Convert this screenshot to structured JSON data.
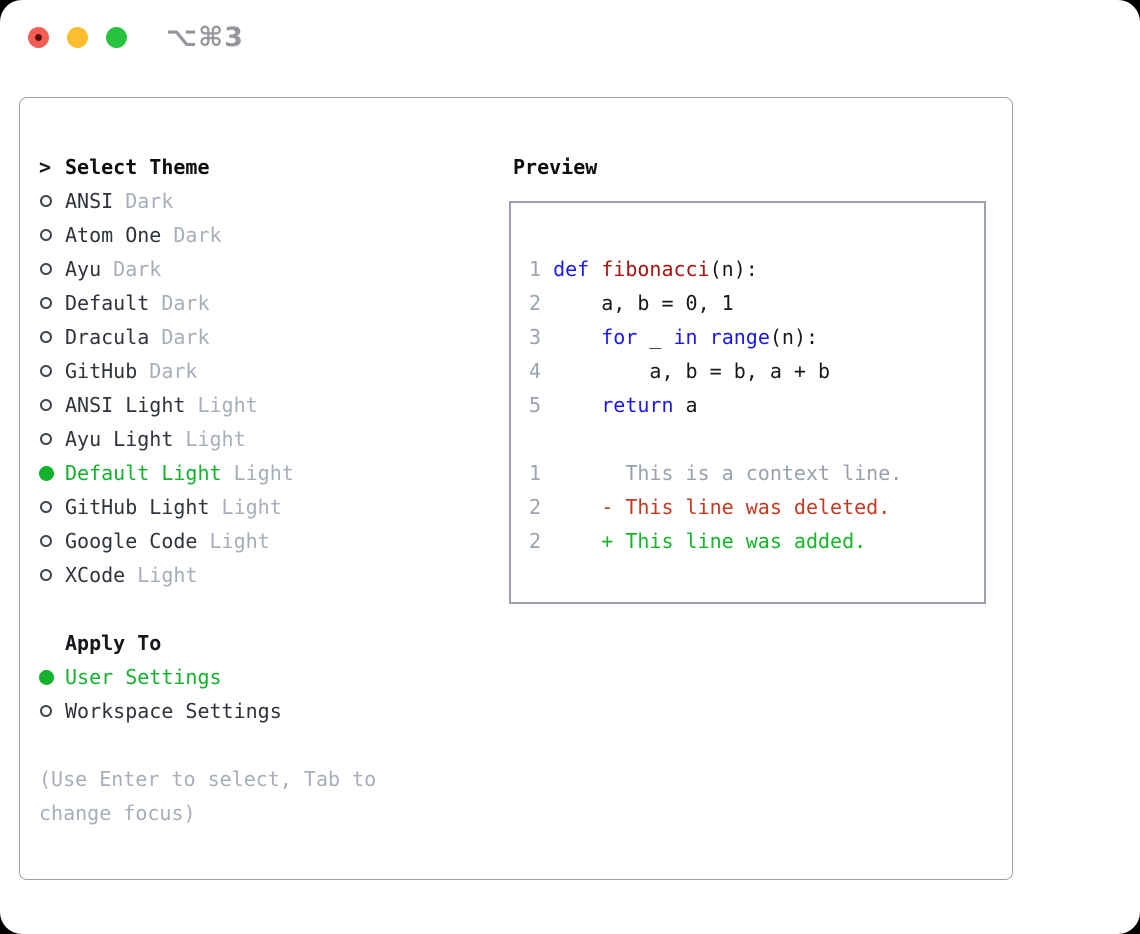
{
  "titlebar": {
    "shortcut": "⌥⌘3",
    "buttons": [
      "close",
      "minimize",
      "zoom"
    ]
  },
  "theme_panel": {
    "title_prefix": ">",
    "title": "Select Theme",
    "items": [
      {
        "name": "ANSI",
        "tag": "Dark",
        "selected": false
      },
      {
        "name": "Atom One",
        "tag": "Dark",
        "selected": false
      },
      {
        "name": "Ayu",
        "tag": "Dark",
        "selected": false
      },
      {
        "name": "Default",
        "tag": "Dark",
        "selected": false
      },
      {
        "name": "Dracula",
        "tag": "Dark",
        "selected": false
      },
      {
        "name": "GitHub",
        "tag": "Dark",
        "selected": false
      },
      {
        "name": "ANSI Light",
        "tag": "Light",
        "selected": false
      },
      {
        "name": "Ayu Light",
        "tag": "Light",
        "selected": false
      },
      {
        "name": "Default Light",
        "tag": "Light",
        "selected": true
      },
      {
        "name": "GitHub Light",
        "tag": "Light",
        "selected": false
      },
      {
        "name": "Google Code",
        "tag": "Light",
        "selected": false
      },
      {
        "name": "XCode",
        "tag": "Light",
        "selected": false
      }
    ],
    "apply_to": {
      "title": "Apply To",
      "options": [
        {
          "label": "User Settings",
          "selected": true
        },
        {
          "label": "Workspace Settings",
          "selected": false
        }
      ]
    },
    "hint": "(Use Enter to select, Tab to change focus)"
  },
  "preview": {
    "title": "Preview",
    "code_lines": [
      {
        "num": "1",
        "segments": [
          {
            "text": "def",
            "cls": "kw"
          },
          {
            "text": " ",
            "cls": "plain"
          },
          {
            "text": "fibonacci",
            "cls": "fn"
          },
          {
            "text": "(n):",
            "cls": "plain"
          }
        ]
      },
      {
        "num": "2",
        "segments": [
          {
            "text": "    a, b = 0, 1",
            "cls": "plain"
          }
        ]
      },
      {
        "num": "3",
        "segments": [
          {
            "text": "    ",
            "cls": "plain"
          },
          {
            "text": "for",
            "cls": "kw"
          },
          {
            "text": " _ ",
            "cls": "plain"
          },
          {
            "text": "in",
            "cls": "kw"
          },
          {
            "text": " ",
            "cls": "plain"
          },
          {
            "text": "range",
            "cls": "kw"
          },
          {
            "text": "(n):",
            "cls": "plain"
          }
        ]
      },
      {
        "num": "4",
        "segments": [
          {
            "text": "        a, b = b, a + b",
            "cls": "plain"
          }
        ]
      },
      {
        "num": "5",
        "segments": [
          {
            "text": "    ",
            "cls": "plain"
          },
          {
            "text": "return",
            "cls": "kw"
          },
          {
            "text": " a",
            "cls": "plain"
          }
        ]
      },
      {
        "blank": true
      },
      {
        "num": "1",
        "segments": [
          {
            "text": "      This is a context line.",
            "cls": "ctx"
          }
        ]
      },
      {
        "num": "2",
        "segments": [
          {
            "text": "    - This line was deleted.",
            "cls": "del"
          }
        ]
      },
      {
        "num": "2",
        "segments": [
          {
            "text": "    + This line was added.",
            "cls": "add"
          }
        ]
      }
    ]
  },
  "colors": {
    "accent_green": "#13b12c",
    "keyword_blue": "#1b19ea",
    "function_red": "#a91311",
    "deleted_red": "#c43a22",
    "added_green": "#17b528",
    "muted_gray": "#a6aeb9",
    "panel_border": "#9aa2ac",
    "traffic_red": "#f25d54",
    "traffic_yellow": "#fcbd2e",
    "traffic_green": "#27c33e"
  }
}
